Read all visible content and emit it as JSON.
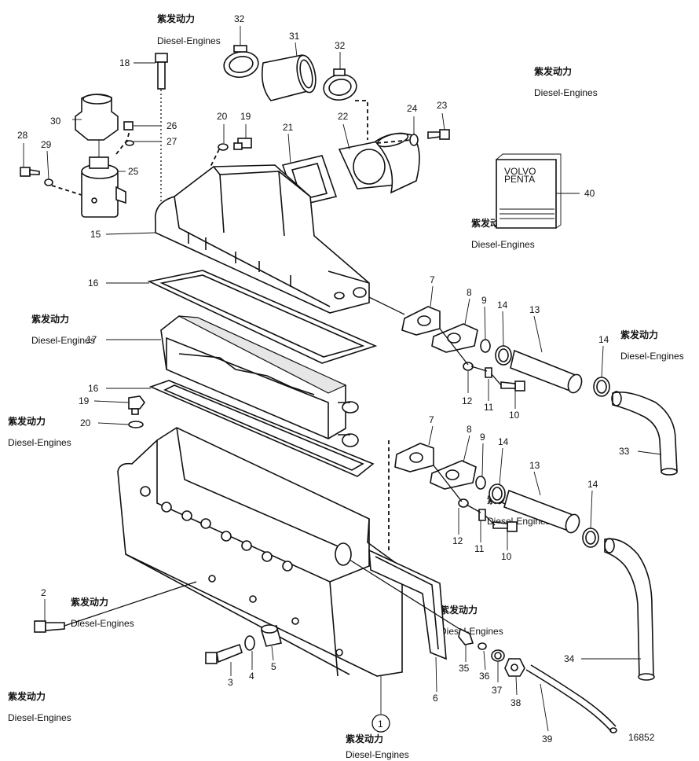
{
  "watermark": {
    "brand_cn": "紫发动力",
    "brand_en": "Diesel-Engines"
  },
  "drawing_number": "16852",
  "book_label_line1": "VOLVO",
  "book_label_line2": "PENTA",
  "callouts": {
    "c1": "1",
    "c2": "2",
    "c3": "3",
    "c4": "4",
    "c5": "5",
    "c6": "6",
    "c7a": "7",
    "c7b": "7",
    "c8a": "8",
    "c8b": "8",
    "c9a": "9",
    "c9b": "9",
    "c10a": "10",
    "c10b": "10",
    "c11a": "11",
    "c11b": "11",
    "c12a": "12",
    "c12b": "12",
    "c13a": "13",
    "c13b": "13",
    "c14a": "14",
    "c14b": "14",
    "c14c": "14",
    "c14d": "14",
    "c15": "15",
    "c16a": "16",
    "c16b": "16",
    "c17": "17",
    "c18": "18",
    "c19a": "19",
    "c19b": "19",
    "c20a": "20",
    "c20b": "20",
    "c21": "21",
    "c22": "22",
    "c23": "23",
    "c24": "24",
    "c25": "25",
    "c26": "26",
    "c27": "27",
    "c28": "28",
    "c29": "29",
    "c30": "30",
    "c31": "31",
    "c32a": "32",
    "c32b": "32",
    "c33": "33",
    "c34": "34",
    "c35": "35",
    "c36": "36",
    "c37": "37",
    "c38": "38",
    "c39": "39",
    "c40": "40"
  }
}
